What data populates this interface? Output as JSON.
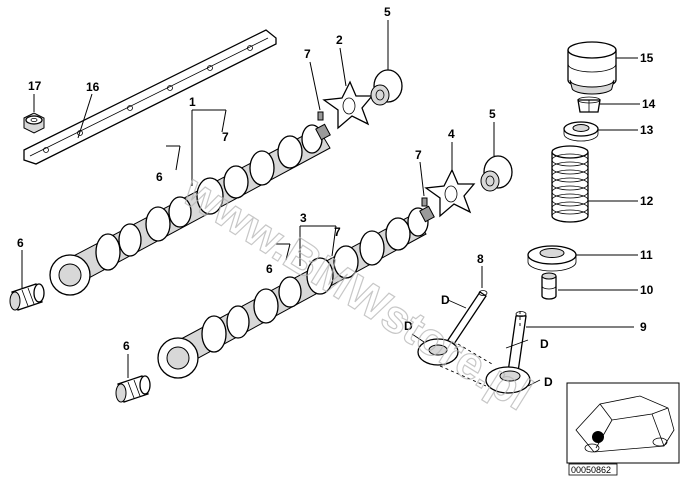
{
  "diagram": {
    "reference_code": "00050862",
    "watermark": "www.BMWstore.pl",
    "callouts": {
      "c1": "1",
      "c2": "2",
      "c3": "3",
      "c4": "4",
      "c5a": "5",
      "c5b": "5",
      "c6a": "6",
      "c6b": "6",
      "c6c": "6",
      "c6d": "6",
      "c7a": "7",
      "c7b": "7",
      "c7c": "7",
      "c7d": "7",
      "c8": "8",
      "c9": "9",
      "c10": "10",
      "c11": "11",
      "c12": "12",
      "c13": "13",
      "c14": "14",
      "c15": "15",
      "c16": "16",
      "c17": "17"
    },
    "dimension_label": "D"
  }
}
